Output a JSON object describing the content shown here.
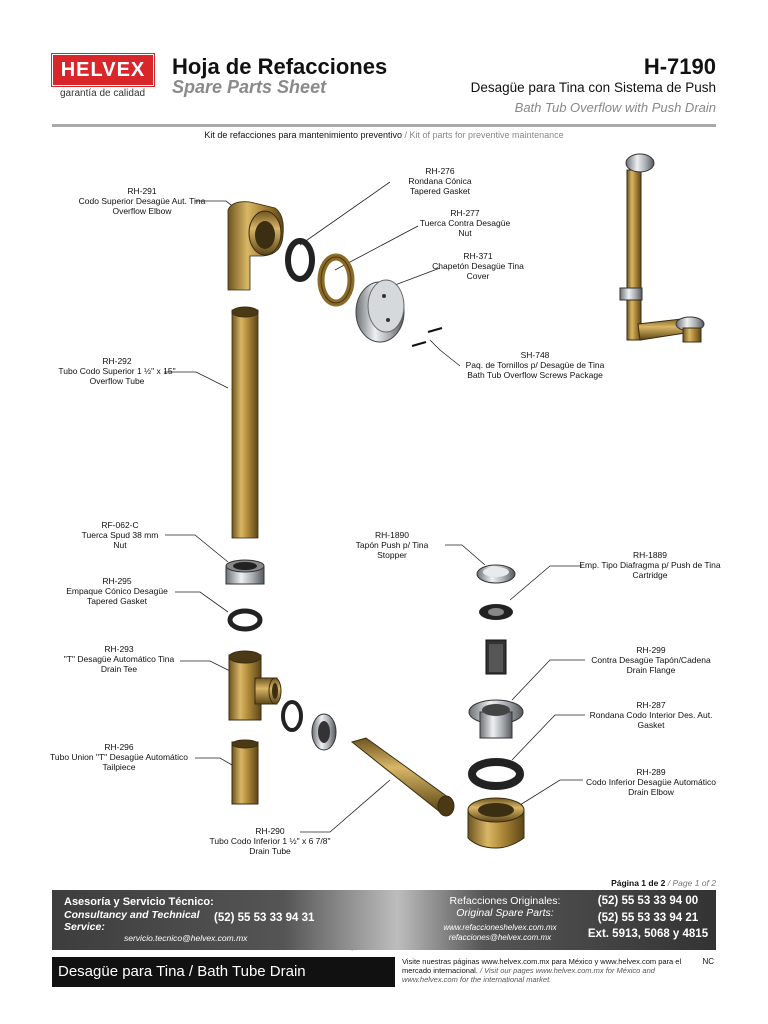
{
  "header": {
    "logo_text": "HELVEX",
    "logo_tag": "garantía de calidad",
    "title": "Hoja de Refacciones",
    "subtitle": "Spare Parts Sheet",
    "model": "H-7190",
    "desc_es": "Desagüe para Tina con Sistema de Push",
    "desc_en": "Bath Tub Overflow with Push Drain"
  },
  "kit": {
    "es": "Kit de refacciones para mantenimiento preventivo",
    "sep": " / ",
    "en": "Kit of parts for preventive maintenance"
  },
  "parts": [
    {
      "code": "RH-291",
      "es": "Codo Superior Desagüe Aut. Tina",
      "en": "Overflow Elbow"
    },
    {
      "code": "RH-276",
      "es": "Rondana Cónica",
      "en": "Tapered Gasket"
    },
    {
      "code": "RH-277",
      "es": "Tuerca Contra Desagüe",
      "en": "Nut"
    },
    {
      "code": "RH-371",
      "es": "Chapetón Desagüe Tina",
      "en": "Cover"
    },
    {
      "code": "SH-748",
      "es": "Paq. de Tornillos p/ Desagüe de Tina",
      "en": "Bath Tub Overflow Screws Package"
    },
    {
      "code": "RH-292",
      "es": "Tubo Codo Superior 1 ½\" x 15\"",
      "en": "Overflow Tube"
    },
    {
      "code": "RF-062-C",
      "es": "Tuerca Spud 38 mm",
      "en": "Nut"
    },
    {
      "code": "RH-295",
      "es": "Empaque Cónico Desagüe",
      "en": "Tapered Gasket"
    },
    {
      "code": "RH-293",
      "es": "\"T\" Desagüe Automático Tina",
      "en": "Drain Tee"
    },
    {
      "code": "RH-296",
      "es": "Tubo Union \"T\" Desagüe Automático",
      "en": "Tailpiece"
    },
    {
      "code": "RH-290",
      "es": "Tubo Codo Inferior 1 ½\" x 6 7/8\"",
      "en": "Drain Tube"
    },
    {
      "code": "RH-1890",
      "es": "Tapón Push p/ Tina",
      "en": "Stopper"
    },
    {
      "code": "RH-1889",
      "es": "Emp. Tipo Diafragma p/ Push de Tina",
      "en": "Cartridge"
    },
    {
      "code": "RH-299",
      "es": "Contra Desagüe Tapón/Cadena",
      "en": "Drain Flange"
    },
    {
      "code": "RH-287",
      "es": "Rondana Codo Interior Des. Aut.",
      "en": "Gasket"
    },
    {
      "code": "RH-289",
      "es": "Codo Inferior Desagüe Automático",
      "en": "Drain Elbow"
    }
  ],
  "footer": {
    "page_es": "Página 1 de 2",
    "page_en": " / Page 1 of 2",
    "tech_es": "Asesoría y Servicio Técnico:",
    "tech_en": "Consultancy and Technical Service:",
    "tech_phone": "(52) 55 53 33 94 31",
    "tech_email": "servicio.tecnico@helvex.com.mx",
    "parts_es": "Refacciones Originales:",
    "parts_en": "Original Spare Parts:",
    "parts_web": "www.refaccioneshelvex.com.mx",
    "parts_email": "refacciones@helvex.com.mx",
    "phone1": "(52) 55 53 33 94 00",
    "phone2": "(52) 55 53 33 94 21",
    "ext": "Ext. 5913, 5068 y 4815",
    "bar_text": "Desagüe para Tina / Bath Tube Drain",
    "visit_es": "Visite nuestras páginas www.helvex.com.mx para México y www.helvex.com para el mercado internacional.",
    "visit_en": " / Visit our pages www.helvex.com.mx for México and www.helvex.com for the international market.",
    "nc": "NC"
  },
  "colors": {
    "brand": "#d8262b",
    "brass": "#b08a3a",
    "chrome": "#bfc3c6"
  }
}
